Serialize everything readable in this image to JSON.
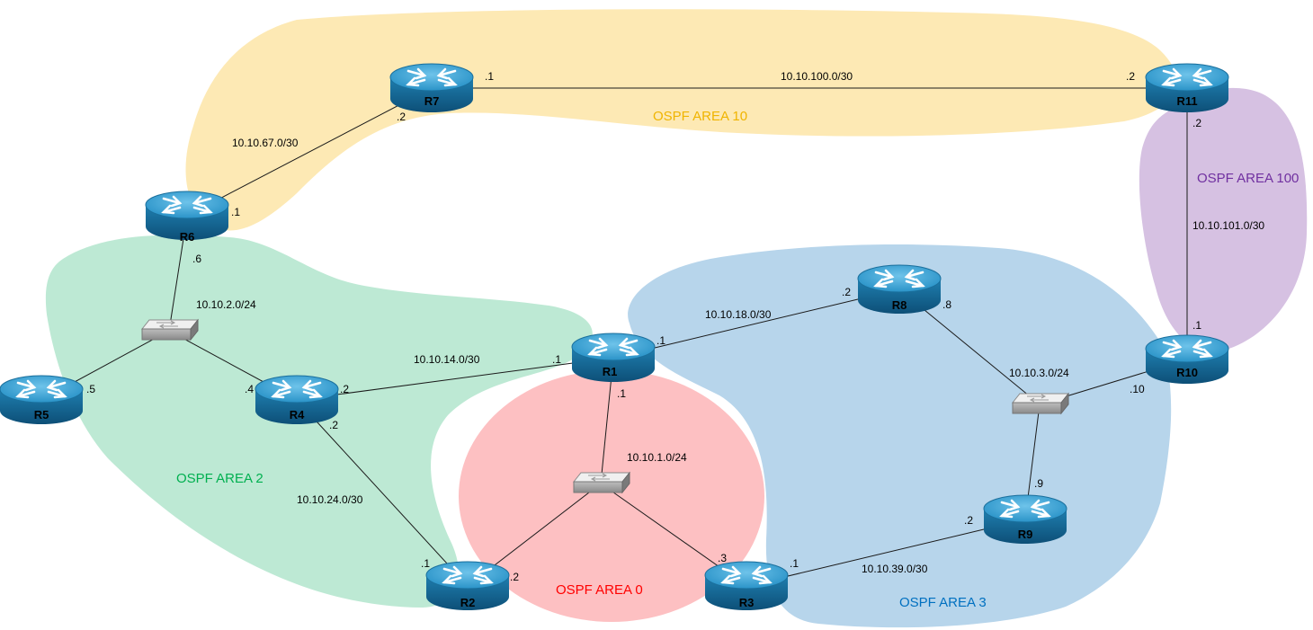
{
  "areas": [
    {
      "id": "area10",
      "label": "OSPF AREA 10",
      "fill": "#fde9b4",
      "text_color": "#f0b400"
    },
    {
      "id": "area100",
      "label": "OSPF AREA 100",
      "fill": "#d6c1e2",
      "text_color": "#7030a0"
    },
    {
      "id": "area2",
      "label": "OSPF AREA 2",
      "fill": "#bde9d4",
      "text_color": "#00b050"
    },
    {
      "id": "area3",
      "label": "OSPF AREA 3",
      "fill": "#b7d5eb",
      "text_color": "#0070c0"
    },
    {
      "id": "area0",
      "label": "OSPF AREA 0",
      "fill": "#fdc0c2",
      "text_color": "#ff0000"
    }
  ],
  "routers": [
    {
      "id": "R1",
      "name": "R1"
    },
    {
      "id": "R2",
      "name": "R2"
    },
    {
      "id": "R3",
      "name": "R3"
    },
    {
      "id": "R4",
      "name": "R4"
    },
    {
      "id": "R5",
      "name": "R5"
    },
    {
      "id": "R6",
      "name": "R6"
    },
    {
      "id": "R7",
      "name": "R7"
    },
    {
      "id": "R8",
      "name": "R8"
    },
    {
      "id": "R9",
      "name": "R9"
    },
    {
      "id": "R10",
      "name": "R10"
    },
    {
      "id": "R11",
      "name": "R11"
    }
  ],
  "switches": [
    "SW-10.10.2.0",
    "SW-10.10.1.0",
    "SW-10.10.3.0"
  ],
  "networks": [
    {
      "id": "n7_11",
      "label": "10.10.100.0/30"
    },
    {
      "id": "n6_7",
      "label": "10.10.67.0/30"
    },
    {
      "id": "n10_11",
      "label": "10.10.101.0/30"
    },
    {
      "id": "n2",
      "label": "10.10.2.0/24"
    },
    {
      "id": "n14",
      "label": "10.10.14.0/30"
    },
    {
      "id": "n18",
      "label": "10.10.18.0/30"
    },
    {
      "id": "n3",
      "label": "10.10.3.0/24"
    },
    {
      "id": "n1",
      "label": "10.10.1.0/24"
    },
    {
      "id": "n24",
      "label": "10.10.24.0/30"
    },
    {
      "id": "n39",
      "label": "10.10.39.0/30"
    }
  ],
  "interfaces": [
    {
      "id": "r7_r11",
      "text": ".1"
    },
    {
      "id": "r11_r7",
      "text": ".2"
    },
    {
      "id": "r7_r6",
      "text": ".2"
    },
    {
      "id": "r6_r7",
      "text": ".1"
    },
    {
      "id": "r11_r10",
      "text": ".2"
    },
    {
      "id": "r10_r11",
      "text": ".1"
    },
    {
      "id": "r6_sw2",
      "text": ".6"
    },
    {
      "id": "r5_sw2",
      "text": ".5"
    },
    {
      "id": "r4_sw2",
      "text": ".4"
    },
    {
      "id": "r4_r1",
      "text": ".2"
    },
    {
      "id": "r1_r4",
      "text": ".1"
    },
    {
      "id": "r1_r8",
      "text": ".1"
    },
    {
      "id": "r8_r1",
      "text": ".2"
    },
    {
      "id": "r8_sw3",
      "text": ".8"
    },
    {
      "id": "r10_sw3",
      "text": ".10"
    },
    {
      "id": "r9_sw3",
      "text": ".9"
    },
    {
      "id": "r1_sw1",
      "text": ".1"
    },
    {
      "id": "r4_r2",
      "text": ".2"
    },
    {
      "id": "r2_r4",
      "text": ".1"
    },
    {
      "id": "r2_sw1",
      "text": ".2"
    },
    {
      "id": "r3_sw1",
      "text": ".3"
    },
    {
      "id": "r3_r9",
      "text": ".1"
    },
    {
      "id": "r9_r3",
      "text": ".2"
    }
  ]
}
